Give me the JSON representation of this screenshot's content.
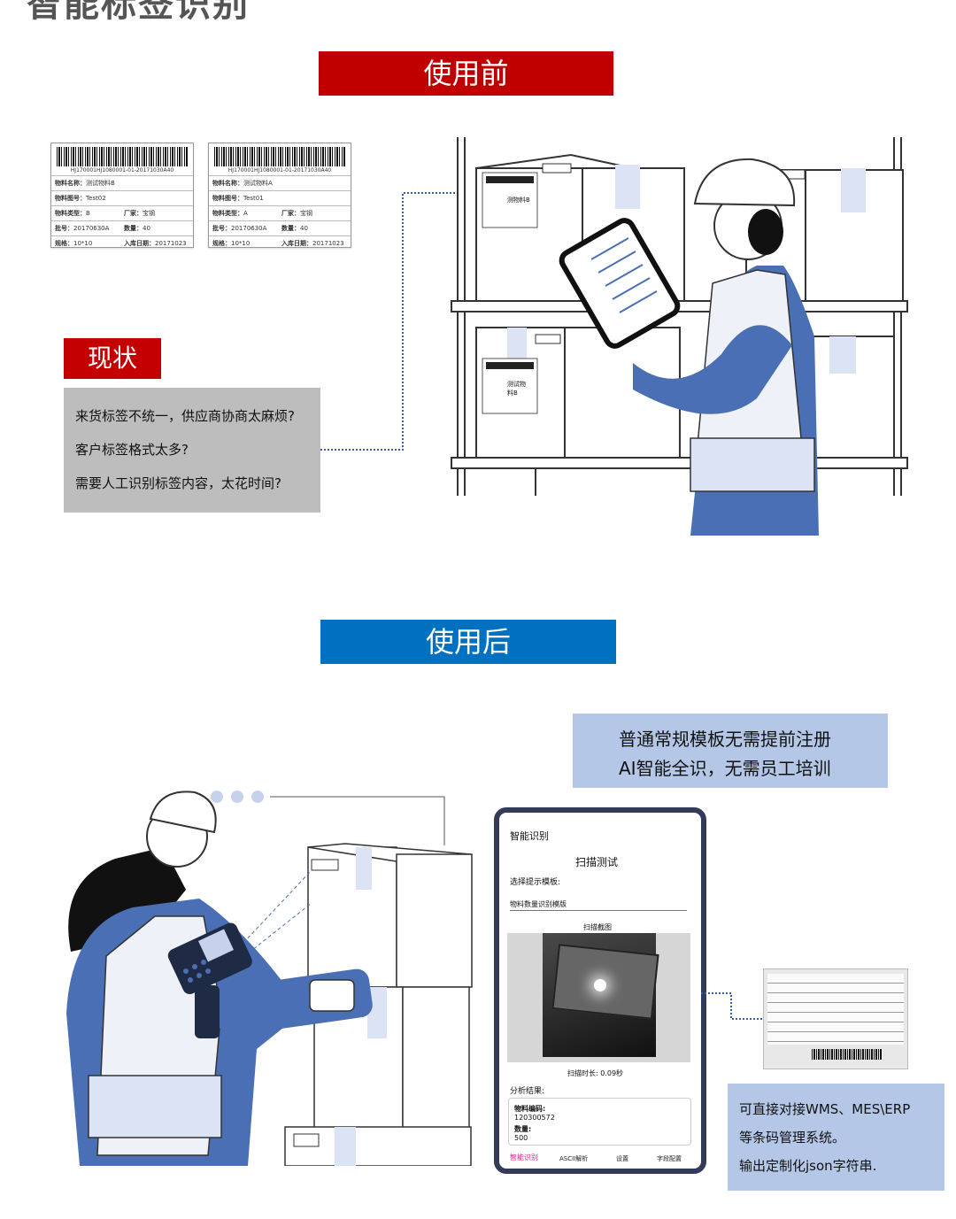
{
  "page_title": "智能标签识别",
  "before_banner": "使用前",
  "after_banner": "使用后",
  "colors": {
    "before": "#c00000",
    "after": "#0070c0",
    "info_box": "#b4c7e7",
    "status_box": "#bdbdbd",
    "worker_blue": "#4a6fb5"
  },
  "labels": [
    {
      "code": "HJ170001HJ1080001-01-20171030A40",
      "name": "物料名称：",
      "name_value": "测试物料B",
      "part": "物料图号：",
      "part_value": "Test02",
      "type": "物料类型：",
      "type_value": "B",
      "vendor": "厂家：",
      "vendor_value": "宝钢",
      "lot": "批号：",
      "lot_value": "20170630A",
      "qty": "数量：",
      "qty_value": "40",
      "spec": "规格：",
      "spec_value": "10*10",
      "date": "入库日期：",
      "date_value": "20171023"
    },
    {
      "code": "HJ170001HJ1080001-01-20171030A40",
      "name": "物料名称：",
      "name_value": "测试物料A",
      "part": "物料图号：",
      "part_value": "Test01",
      "type": "物料类型：",
      "type_value": "A",
      "vendor": "厂家：",
      "vendor_value": "宝钢",
      "lot": "批号：",
      "lot_value": "20170630A",
      "qty": "数量：",
      "qty_value": "40",
      "spec": "规格：",
      "spec_value": "10*10",
      "date": "入库日期：",
      "date_value": "20171023"
    }
  ],
  "box_labels": {
    "upper": "测物料B",
    "lower": "测试物\n料B"
  },
  "status": {
    "tag": "现状",
    "items": [
      "来货标签不统一，供应商协商太麻烦?",
      "客户标签格式太多?",
      "需要人工识别标签内容，太花时间?"
    ]
  },
  "features": {
    "line1": "普通常规模板无需提前注册",
    "line2": "AI智能全识，无需员工培训"
  },
  "phone": {
    "header": "智能识别",
    "title": "扫描测试",
    "template_label": "选择提示模板:",
    "template_value": "物料数量识别模版",
    "screenshot_label": "扫描截图",
    "scan_time": "扫描时长: 0.09秒",
    "result_label": "分析结果:",
    "result_code_label": "物料编码:",
    "result_code_value": "120300572",
    "result_qty_label": "数量:",
    "result_qty_value": "500",
    "tabs": [
      "智能识别",
      "ASCII解析",
      "设置",
      "字段配置"
    ],
    "active_tab_color": "#e0208a"
  },
  "integration": {
    "line1": "可直接对接WMS、MES\\ERP",
    "line2": "等条码管理系统。",
    "line3": "输出定制化json字符串."
  }
}
